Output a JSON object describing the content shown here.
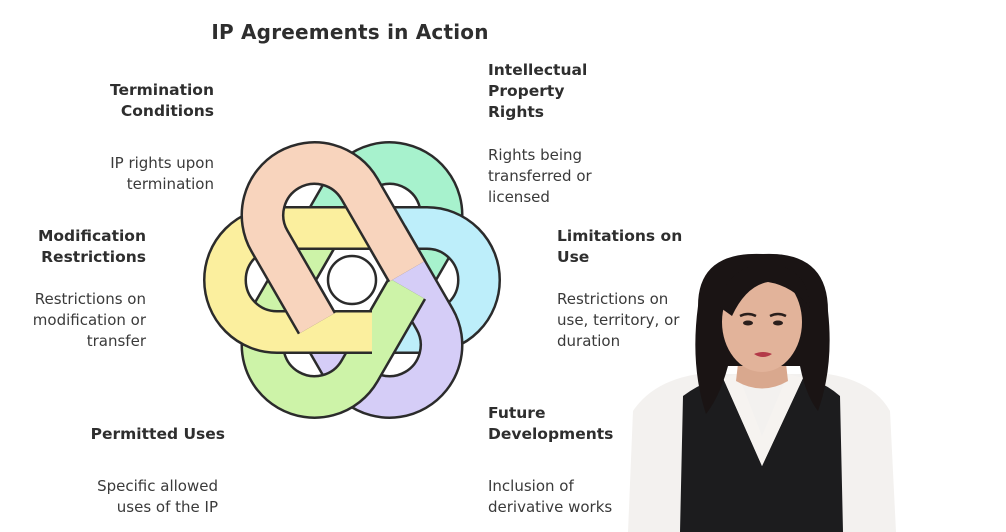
{
  "title": "IP Agreements in Action",
  "items": [
    {
      "label": "Intellectual\nProperty\nRights",
      "desc": "Rights being\ntransferred or\nlicensed",
      "color": "#a7f2cd"
    },
    {
      "label": "Limitations on\nUse",
      "desc": "Restrictions on\nuse, territory, or\nduration",
      "color": "#bdeefa"
    },
    {
      "label": "Future\nDevelopments",
      "desc": "Inclusion of\nderivative works",
      "color": "#d5cdf7"
    },
    {
      "label": "Permitted Uses",
      "desc": "Specific allowed\nuses of the IP",
      "color": "#cdf3a8"
    },
    {
      "label": "Modification\nRestrictions",
      "desc": "Restrictions on\nmodification or\ntransfer",
      "color": "#fbef9e"
    },
    {
      "label": "Termination\nConditions",
      "desc": "IP rights upon\ntermination",
      "color": "#f8d4bd"
    }
  ]
}
